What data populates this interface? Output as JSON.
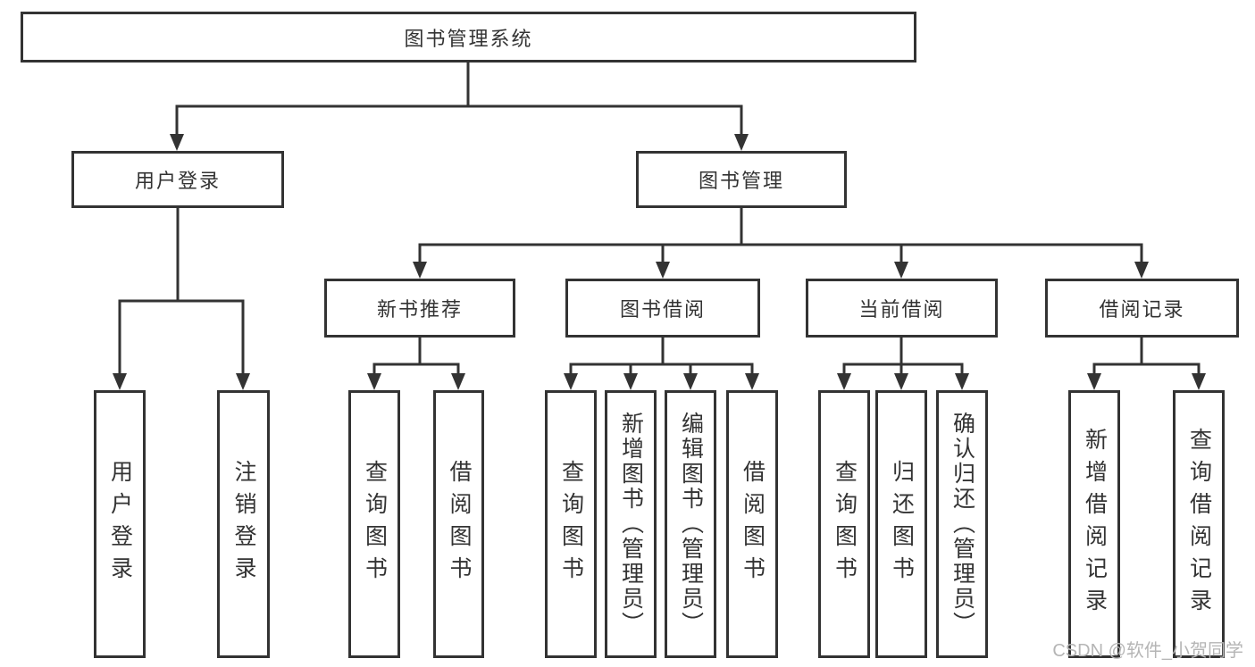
{
  "diagram": {
    "root": "图书管理系统",
    "level1": {
      "user_login": "用户登录",
      "book_mgmt": "图书管理"
    },
    "level2": {
      "new_books": "新书推荐",
      "borrowing": "图书借阅",
      "current": "当前借阅",
      "records": "借阅记录"
    },
    "leaves": {
      "user_login": [
        "用户登录",
        "注销登录"
      ],
      "new_books": [
        "查询图书",
        "借阅图书"
      ],
      "borrowing": [
        "查询图书",
        "新增图书（管理员）",
        "编辑图书（管理员）",
        "借阅图书"
      ],
      "current": [
        "查询图书",
        "归还图书",
        "确认归还（管理员）"
      ],
      "records": [
        "新增借阅记录",
        "查询借阅记录"
      ]
    }
  },
  "watermark": "CSDN @软件_小贺同学",
  "colors": {
    "line": "#333333",
    "text": "#333333",
    "watermark": "#b5b5b5",
    "background": "#ffffff"
  }
}
